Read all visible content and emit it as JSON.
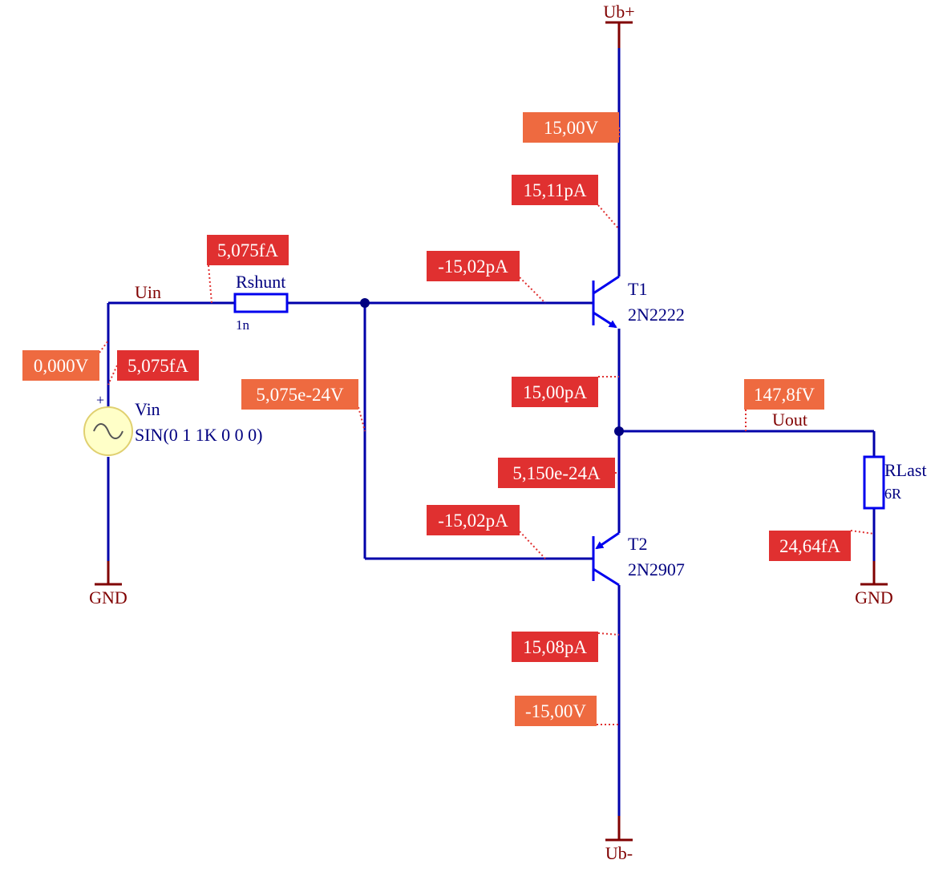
{
  "colors": {
    "wire": "#0000aa",
    "wire_dark": "#000000",
    "power_label": "#800000",
    "component_text": "#000080",
    "current_badge": "#e03030",
    "voltage_badge": "#ee6a40",
    "badge_text": "#ffffff",
    "source_fill": "#ffffc8",
    "source_stroke": "#e0d070",
    "leader": "#e03030",
    "junction": "#000080"
  },
  "power": {
    "vcc": "Ub+",
    "vee": "Ub-",
    "gnd_left": "GND",
    "gnd_right": "GND"
  },
  "nets": {
    "in": "Uin",
    "out": "Uout"
  },
  "components": {
    "rshunt": {
      "name": "Rshunt",
      "value": "1n"
    },
    "vin": {
      "name": "Vin",
      "value": "SIN(0 1 1K 0 0 0)",
      "plus": "+"
    },
    "t1": {
      "name": "T1",
      "value": "2N2222"
    },
    "t2": {
      "name": "T2",
      "value": "2N2907"
    },
    "rlast": {
      "name": "RLast",
      "value": "6R"
    }
  },
  "probes": {
    "v_top": "15,00V",
    "i_t1_collector": "15,11pA",
    "i_rshunt": "5,075fA",
    "i_t1_base": "-15,02pA",
    "v_uin": "0,000V",
    "i_vin": "5,075fA",
    "v_base": "5,075e-24V",
    "i_t1_emitter": "15,00pA",
    "v_out": "147,8fV",
    "i_t2_emitter": "5,150e-24A",
    "i_t2_base": "-15,02pA",
    "i_rlast": "24,64fA",
    "i_t2_collector": "15,08pA",
    "v_bottom": "-15,00V"
  }
}
